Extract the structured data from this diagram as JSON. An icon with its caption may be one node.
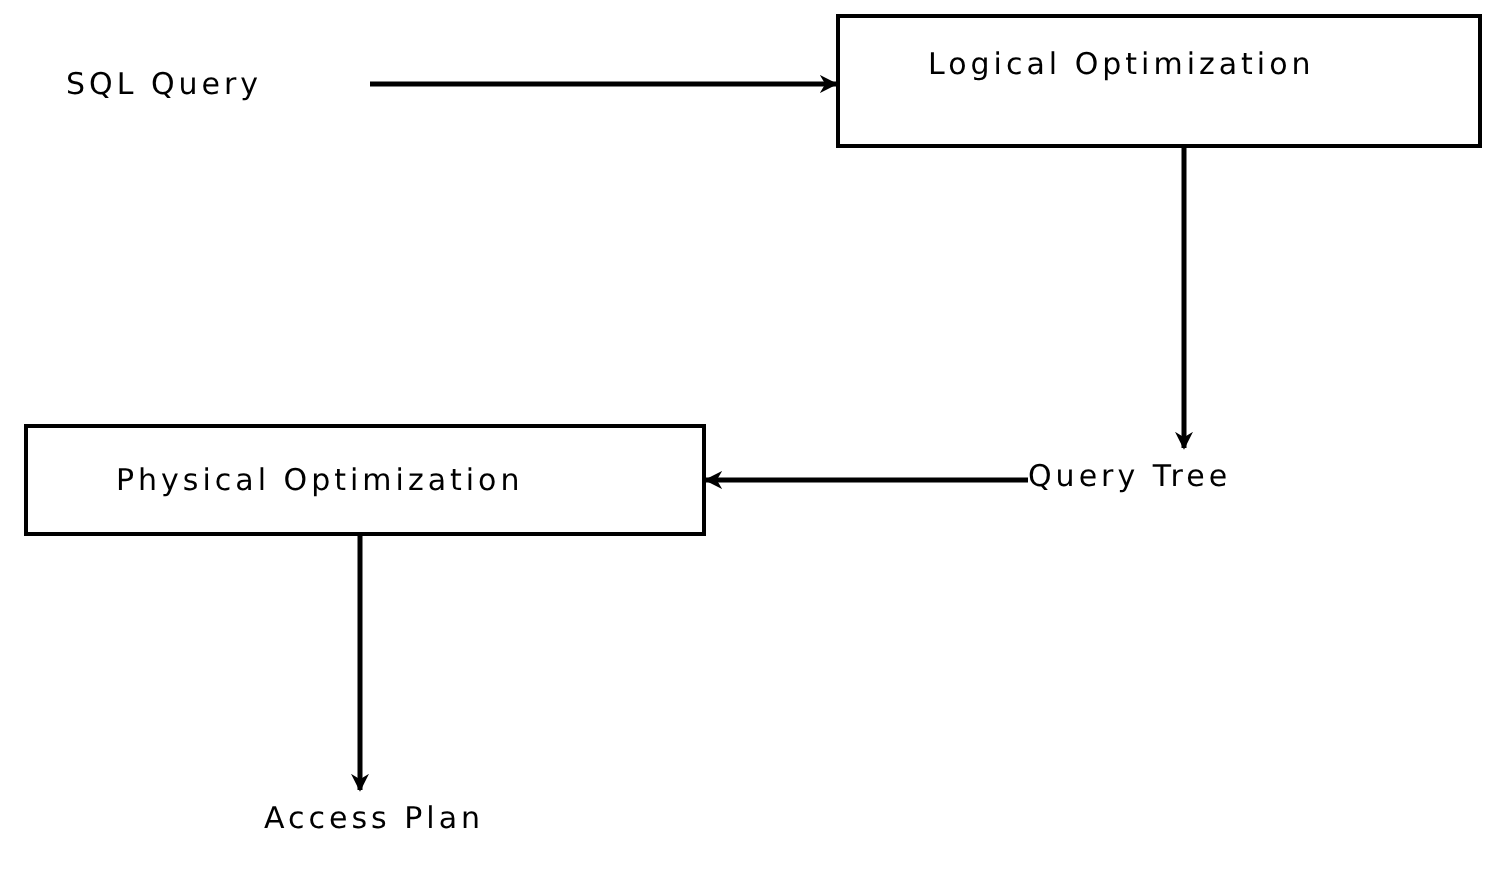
{
  "diagram": {
    "nodes": [
      {
        "text": [
          "SQL Query"
        ]
      },
      {
        "text": [
          "Logical Optimization"
        ]
      },
      {
        "text": [
          "Query Tree"
        ]
      },
      {
        "text": [
          "Physical Optimization"
        ]
      },
      {
        "text": [
          "Access Plan"
        ]
      }
    ],
    "edges": [
      {
        "from": 0,
        "to": 1,
        "arrow": "to"
      },
      {
        "from": 1,
        "to": 2,
        "arrow": "to"
      },
      {
        "from": 2,
        "to": 3,
        "arrow": "to"
      },
      {
        "from": 3,
        "to": 4,
        "arrow": "to"
      }
    ]
  }
}
